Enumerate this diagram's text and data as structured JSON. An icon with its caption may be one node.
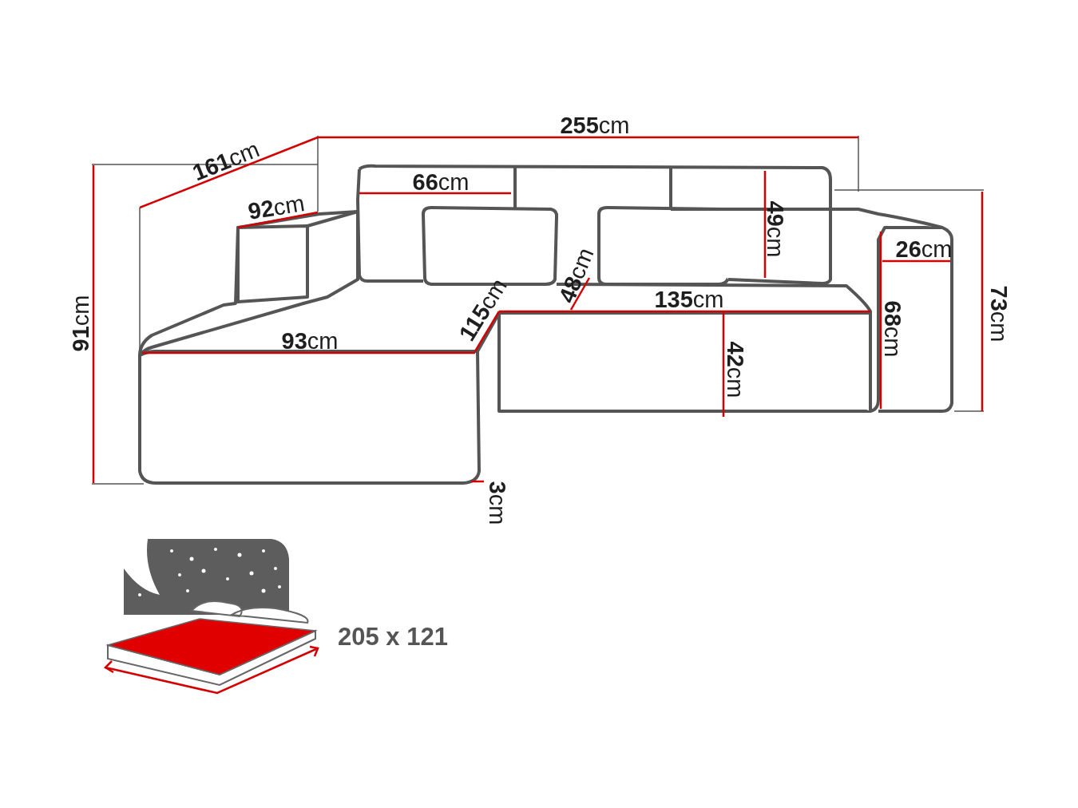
{
  "diagram": {
    "labels": [
      "**255**cm",
      "**161**cm",
      "**66**cm",
      "**92**cm",
      "**49**cm",
      "**26**cm",
      "**73**cm",
      "**48**cm",
      "**135**cm",
      "**91**cm",
      "**115**cm",
      "**93**cm",
      "**68**cm",
      "**42**cm",
      "**3**cm",
      "205 x 121"
    ]
  }
}
